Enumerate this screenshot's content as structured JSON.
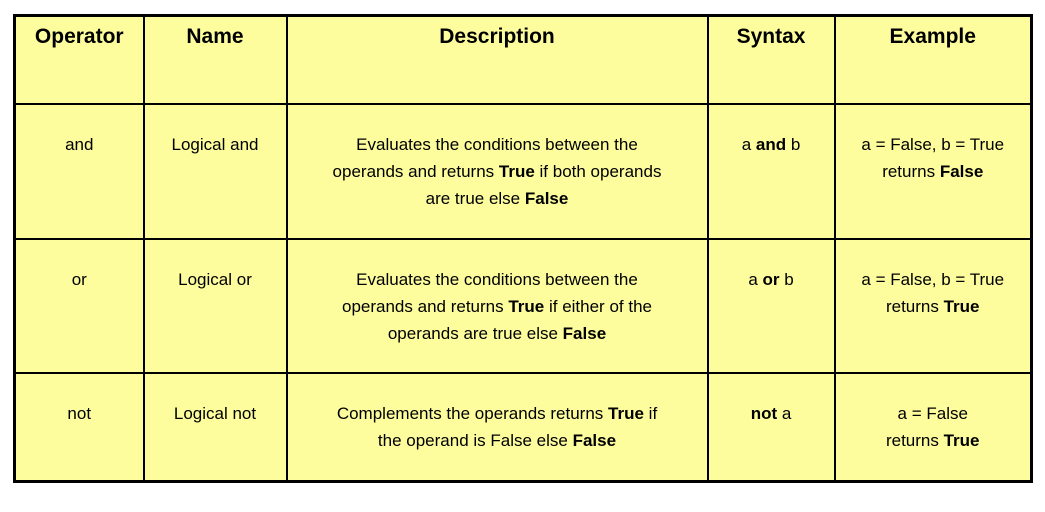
{
  "colors": {
    "cell_fill": "#FDFD9E",
    "border_color": "#000000",
    "page_background": "#FFFFFF",
    "text_color": "#000000"
  },
  "table": {
    "headers": [
      "Operator",
      "Name",
      "Description",
      "Syntax",
      "Example"
    ],
    "rows": [
      {
        "operator": "and",
        "name": "Logical and",
        "description": [
          {
            "text": "Evaluates the conditions between the"
          },
          {
            "break": true
          },
          {
            "text": "operands and returns "
          },
          {
            "text": "True",
            "bold": true
          },
          {
            "text": " if both operands"
          },
          {
            "break": true
          },
          {
            "text": "are true else "
          },
          {
            "text": "False",
            "bold": true
          }
        ],
        "syntax": [
          {
            "text": "a "
          },
          {
            "text": "and",
            "bold": true
          },
          {
            "text": " b"
          }
        ],
        "example": [
          {
            "text": "a = False, b = True"
          },
          {
            "break": true
          },
          {
            "text": "returns "
          },
          {
            "text": "False",
            "bold": true
          }
        ]
      },
      {
        "operator": "or",
        "name": "Logical or",
        "description": [
          {
            "text": "Evaluates the conditions between the"
          },
          {
            "break": true
          },
          {
            "text": "operands and returns "
          },
          {
            "text": "True",
            "bold": true
          },
          {
            "text": " if either of the"
          },
          {
            "break": true
          },
          {
            "text": "operands are true else "
          },
          {
            "text": "False",
            "bold": true
          }
        ],
        "syntax": [
          {
            "text": "a "
          },
          {
            "text": "or",
            "bold": true
          },
          {
            "text": " b"
          }
        ],
        "example": [
          {
            "text": "a = False, b = True"
          },
          {
            "break": true
          },
          {
            "text": "returns "
          },
          {
            "text": "True",
            "bold": true
          }
        ]
      },
      {
        "operator": "not",
        "name": "Logical not",
        "description": [
          {
            "text": "Complements the operands returns "
          },
          {
            "text": "True",
            "bold": true
          },
          {
            "text": " if"
          },
          {
            "break": true
          },
          {
            "text": "the operand is False else "
          },
          {
            "text": "False",
            "bold": true
          }
        ],
        "syntax": [
          {
            "text": "not",
            "bold": true
          },
          {
            "text": " a"
          }
        ],
        "example": [
          {
            "text": "a = False"
          },
          {
            "break": true
          },
          {
            "text": "returns "
          },
          {
            "text": "True",
            "bold": true
          }
        ]
      }
    ]
  }
}
